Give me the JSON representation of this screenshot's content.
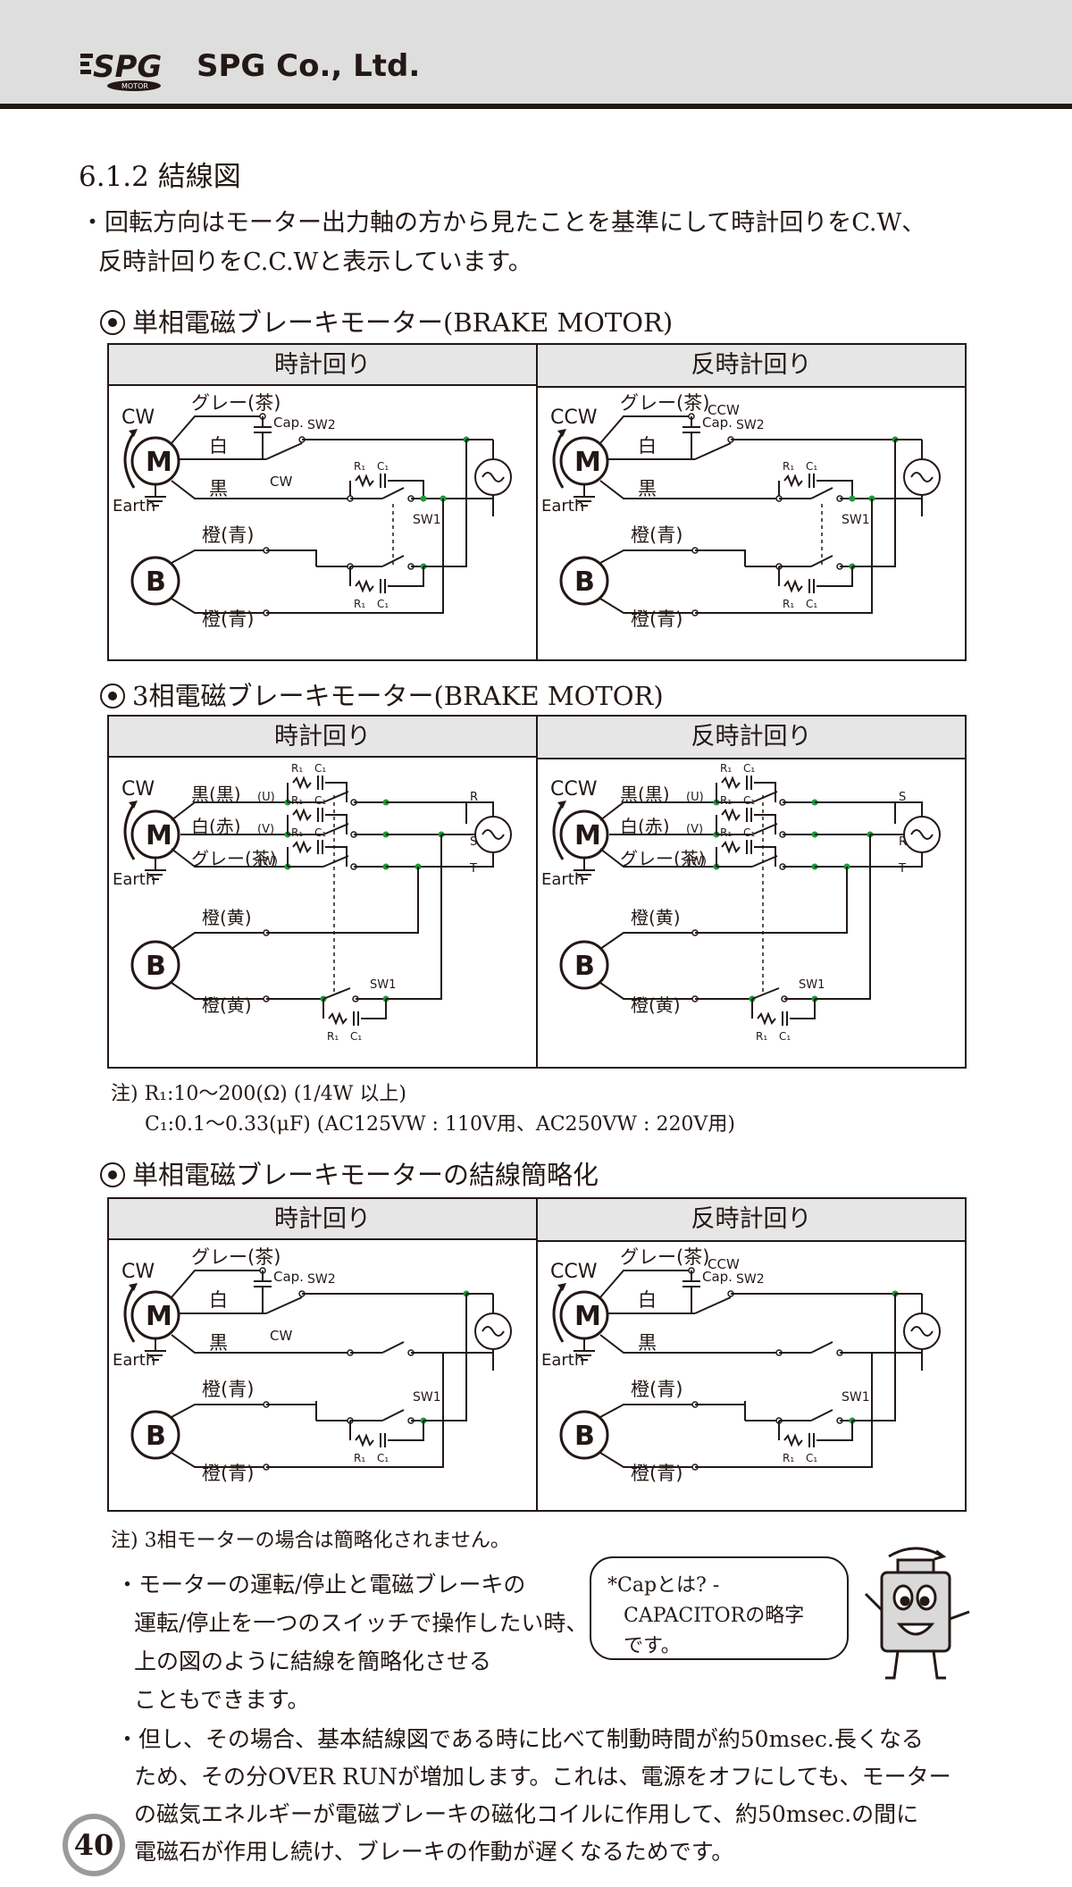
{
  "header": {
    "company": "SPG Co., Ltd.",
    "logo_text": "SPG",
    "logo_sub": "MOTOR"
  },
  "title": "6.1.2 結線図",
  "intro": [
    "・回転方向はモーター出力軸の方から見たことを基準にして時計回りをC.W、",
    "反時計回りをC.C.Wと表示しています。"
  ],
  "sections": [
    {
      "heading": "単相電磁ブレーキモーター(BRAKE MOTOR)",
      "left": "時計回り",
      "right": "反時計回り"
    },
    {
      "heading": "3相電磁ブレーキモーター(BRAKE MOTOR)",
      "left": "時計回り",
      "right": "反時計回り"
    },
    {
      "heading": "単相電磁ブレーキモーターの結線簡略化",
      "left": "時計回り",
      "right": "反時計回り"
    }
  ],
  "diagram_labels": {
    "cw": "CW",
    "ccw": "CCW",
    "m": "M",
    "b": "B",
    "earth": "Earth",
    "gray": "グレー(茶)",
    "white": "白",
    "black": "黒",
    "orange_blue": "橙(青)",
    "cap": "Cap.",
    "sw1": "SW1",
    "sw2": "SW2",
    "r1": "R₁",
    "c1": "C₁",
    "black3": "黒(黒)",
    "white3": "白(赤)",
    "gray3": "グレー(茶)",
    "orange_yellow": "橙(黄)",
    "u": "(U)",
    "v": "(V)",
    "w": "(W)",
    "r": "R",
    "s": "S",
    "t": "T"
  },
  "notes": {
    "n1a": "注) R₁:10～200(Ω) (1/4W 以上)",
    "n1b": "C₁:0.1～0.33(μF) (AC125VW : 110V用、AC250VW : 220V用)",
    "n2": "注) 3相モーターの場合は簡略化されません。"
  },
  "bullet1": [
    "・モーターの運転/停止と電磁ブレーキの",
    "運転/停止を一つのスイッチで操作したい時、",
    "上の図のように結線を簡略化させる",
    "こともできます。"
  ],
  "bubble": [
    "*Capとは? -",
    "CAPACITORの略字",
    "です。"
  ],
  "bullet2": [
    "・但し、その場合、基本結線図である時に比べて制動時間が約50msec.長くなる",
    "ため、その分OVER RUNが増加します。これは、電源をオフにしても、モーター",
    "の磁気エネルギーが電磁ブレーキの磁化コイルに作用して、約50msec.の間に",
    "電磁石が作用し続け、ブレーキの作動が遅くなるためです。"
  ],
  "page_number": "40",
  "colors": {
    "header_bg": "#dedede",
    "ink": "#231815",
    "dot": "#1a9a3a"
  }
}
